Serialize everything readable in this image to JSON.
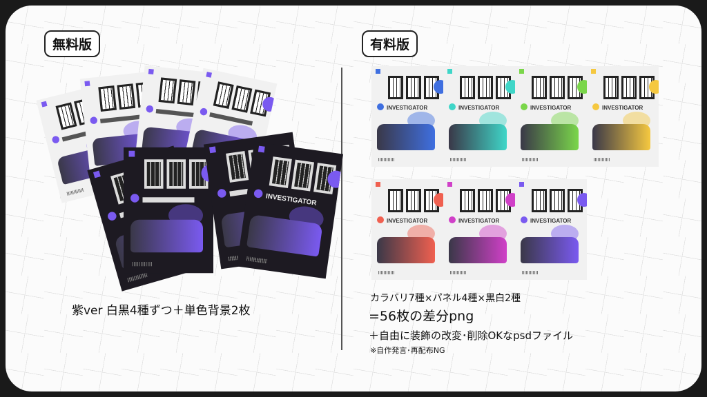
{
  "free": {
    "badge": "無料版",
    "caption": "紫ver 白黒4種ずつ＋単色背景2枚",
    "poster_color": "#7a5af0"
  },
  "paid": {
    "badge": "有料版",
    "line1": "カラバリ7種×パネル4種×黒白2種",
    "line2": "=56枚の差分png",
    "line3": "＋自由に装飾の改変･削除OKなpsdファイル",
    "note": "※自作発言･再配布NG",
    "variant_colors": [
      "#3f6fe0",
      "#3fd6c8",
      "#7ad64a",
      "#f5c840",
      "#f06050",
      "#d040c8",
      "#7a5af0"
    ]
  },
  "poster": {
    "title": "INVESTIGATOR"
  }
}
